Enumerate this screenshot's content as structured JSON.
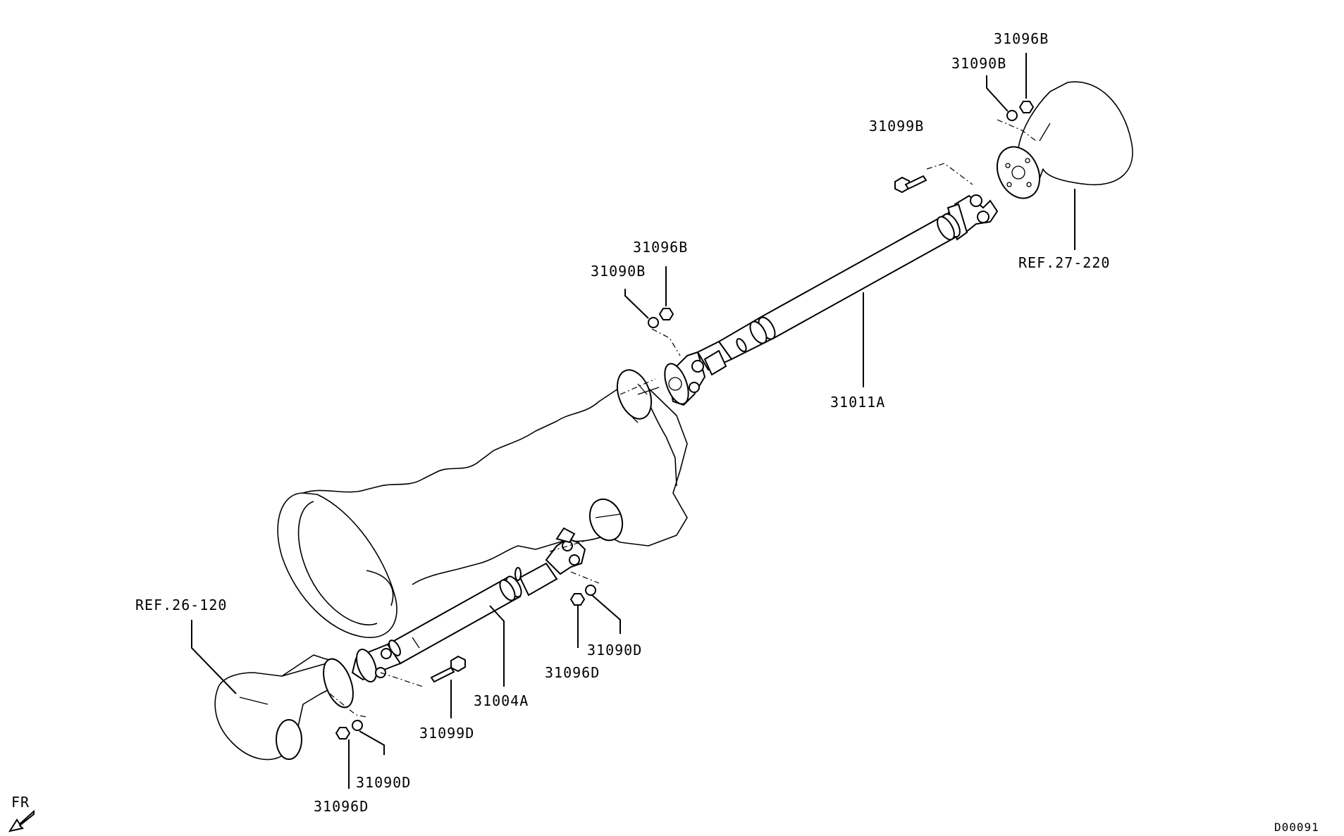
{
  "labels": {
    "p31096b_top": "31096B",
    "p31090b_top": "31090B",
    "p31099b": "31099B",
    "ref_27_220": "REF.27-220",
    "p31096b_mid": "31096B",
    "p31090b_mid": "31090B",
    "p31011a": "31011A",
    "ref_26_120": "REF.26-120",
    "p31090d_mid": "31090D",
    "p31096d_mid": "31096D",
    "p31004a": "31004A",
    "p31099d": "31099D",
    "p31090d_low": "31090D",
    "p31096d_low": "31096D",
    "fr": "FR",
    "diagram_code": "D00091"
  },
  "colors": {
    "line": "#000000",
    "background": "#ffffff"
  }
}
